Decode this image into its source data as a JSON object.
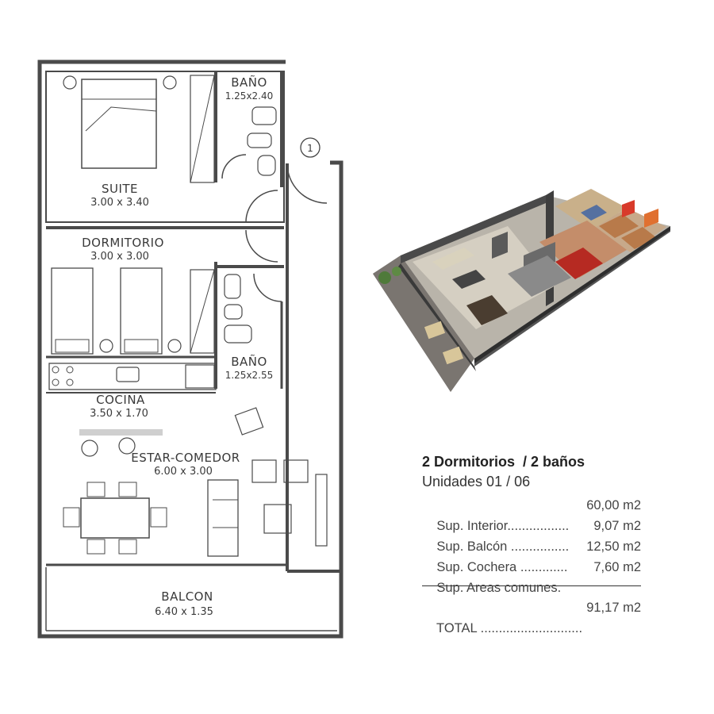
{
  "rooms": {
    "suite": {
      "name": "SUITE",
      "dims": "3.00 x 3.40"
    },
    "bano1": {
      "name": "BAÑO",
      "dims": "1.25x2.40"
    },
    "dormitorio": {
      "name": "DORMITORIO",
      "dims": "3.00 x 3.00"
    },
    "bano2": {
      "name": "BAÑO",
      "dims": "1.25x2.55"
    },
    "cocina": {
      "name": "COCINA",
      "dims": "3.50 x 1.70"
    },
    "estar": {
      "name": "ESTAR-COMEDOR",
      "dims": "6.00 x 3.00"
    },
    "balcon": {
      "name": "BALCON",
      "dims": "6.40 x 1.35"
    }
  },
  "marker": "1",
  "info": {
    "title": "2 Dormitorios  / 2 baños",
    "units": "Unidades 01 / 06",
    "rows": [
      {
        "label": "Sup. Interior.................",
        "value": "60,00 m2"
      },
      {
        "label": "Sup. Balcón ................",
        "value": "9,07 m2"
      },
      {
        "label": "Sup. Cochera .............",
        "value": "12,50 m2"
      },
      {
        "label": "Sup. Areas comunes.",
        "value": "7,60 m2"
      }
    ],
    "total": {
      "label": "TOTAL ............................",
      "value": "91,17 m2"
    }
  }
}
